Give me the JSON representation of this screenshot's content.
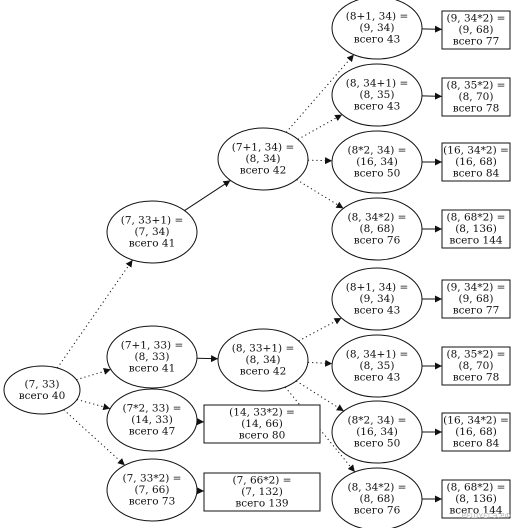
{
  "watermark": "РЕШУЕГЭ.РФ",
  "nodes": [
    {
      "id": "root",
      "shape": "ellipse",
      "lines": [
        "(7, 33)",
        "всего 40"
      ]
    },
    {
      "id": "a",
      "shape": "ellipse",
      "lines": [
        "(7, 33+1) =",
        "(7, 34)",
        "всего 41"
      ]
    },
    {
      "id": "b",
      "shape": "ellipse",
      "lines": [
        "(7+1, 33) =",
        "(8, 33)",
        "всего 41"
      ]
    },
    {
      "id": "c",
      "shape": "ellipse",
      "lines": [
        "(7*2, 33) =",
        "(14, 33)",
        "всего 47"
      ]
    },
    {
      "id": "d",
      "shape": "ellipse",
      "lines": [
        "(7, 33*2) =",
        "(7, 66)",
        "всего 73"
      ]
    },
    {
      "id": "a1",
      "shape": "ellipse",
      "lines": [
        "(7+1, 34) =",
        "(8, 34)",
        "всего 42"
      ]
    },
    {
      "id": "b1",
      "shape": "ellipse",
      "lines": [
        "(8, 33+1) =",
        "(8, 34)",
        "всего 42"
      ]
    },
    {
      "id": "c1",
      "shape": "box",
      "lines": [
        "(14, 33*2) =",
        "(14, 66)",
        "всего 80"
      ]
    },
    {
      "id": "d1",
      "shape": "box",
      "lines": [
        "(7, 66*2) =",
        "(7, 132)",
        "всего 139"
      ]
    },
    {
      "id": "t1",
      "shape": "ellipse",
      "lines": [
        "(8+1, 34) =",
        "(9, 34)",
        "всего 43"
      ]
    },
    {
      "id": "t2",
      "shape": "ellipse",
      "lines": [
        "(8, 34+1) =",
        "(8, 35)",
        "всего 43"
      ]
    },
    {
      "id": "t3",
      "shape": "ellipse",
      "lines": [
        "(8*2, 34) =",
        "(16, 34)",
        "всего 50"
      ]
    },
    {
      "id": "t4",
      "shape": "ellipse",
      "lines": [
        "(8, 34*2) =",
        "(8, 68)",
        "всего 76"
      ]
    },
    {
      "id": "u1",
      "shape": "ellipse",
      "lines": [
        "(8+1, 34) =",
        "(9, 34)",
        "всего 43"
      ]
    },
    {
      "id": "u2",
      "shape": "ellipse",
      "lines": [
        "(8, 34+1) =",
        "(8, 35)",
        "всего 43"
      ]
    },
    {
      "id": "u3",
      "shape": "ellipse",
      "lines": [
        "(8*2, 34) =",
        "(16, 34)",
        "всего 50"
      ]
    },
    {
      "id": "u4",
      "shape": "ellipse",
      "lines": [
        "(8, 34*2) =",
        "(8, 68)",
        "всего 76"
      ]
    },
    {
      "id": "t1b",
      "shape": "box",
      "lines": [
        "(9, 34*2) =",
        "(9, 68)",
        "всего 77"
      ]
    },
    {
      "id": "t2b",
      "shape": "box",
      "lines": [
        "(8, 35*2) =",
        "(8, 70)",
        "всего 78"
      ]
    },
    {
      "id": "t3b",
      "shape": "box",
      "lines": [
        "(16, 34*2) =",
        "(16, 68)",
        "всего 84"
      ]
    },
    {
      "id": "t4b",
      "shape": "box",
      "lines": [
        "(8, 68*2) =",
        "(8, 136)",
        "всего 144"
      ]
    },
    {
      "id": "u1b",
      "shape": "box",
      "lines": [
        "(9, 34*2) =",
        "(9, 68)",
        "всего 77"
      ]
    },
    {
      "id": "u2b",
      "shape": "box",
      "lines": [
        "(8, 35*2) =",
        "(8, 70)",
        "всего 78"
      ]
    },
    {
      "id": "u3b",
      "shape": "box",
      "lines": [
        "(16, 34*2) =",
        "(16, 68)",
        "всего 84"
      ]
    },
    {
      "id": "u4b",
      "shape": "box",
      "lines": [
        "(8, 68*2) =",
        "(8, 136)",
        "всего 144"
      ]
    }
  ],
  "edges": [
    {
      "from": "root",
      "to": "a",
      "style": "dotted"
    },
    {
      "from": "root",
      "to": "b",
      "style": "dotted"
    },
    {
      "from": "root",
      "to": "c",
      "style": "dotted"
    },
    {
      "from": "root",
      "to": "d",
      "style": "dotted"
    },
    {
      "from": "a",
      "to": "a1",
      "style": "solid"
    },
    {
      "from": "b",
      "to": "b1",
      "style": "solid"
    },
    {
      "from": "c",
      "to": "c1",
      "style": "solid"
    },
    {
      "from": "d",
      "to": "d1",
      "style": "solid"
    },
    {
      "from": "a1",
      "to": "t1",
      "style": "dotted"
    },
    {
      "from": "a1",
      "to": "t2",
      "style": "dotted"
    },
    {
      "from": "a1",
      "to": "t3",
      "style": "dotted"
    },
    {
      "from": "a1",
      "to": "t4",
      "style": "dotted"
    },
    {
      "from": "b1",
      "to": "u1",
      "style": "dotted"
    },
    {
      "from": "b1",
      "to": "u2",
      "style": "dotted"
    },
    {
      "from": "b1",
      "to": "u3",
      "style": "dotted"
    },
    {
      "from": "b1",
      "to": "u4",
      "style": "dotted"
    },
    {
      "from": "t1",
      "to": "t1b",
      "style": "solid"
    },
    {
      "from": "t2",
      "to": "t2b",
      "style": "solid"
    },
    {
      "from": "t3",
      "to": "t3b",
      "style": "solid"
    },
    {
      "from": "t4",
      "to": "t4b",
      "style": "solid"
    },
    {
      "from": "u1",
      "to": "u1b",
      "style": "solid"
    },
    {
      "from": "u2",
      "to": "u2b",
      "style": "solid"
    },
    {
      "from": "u3",
      "to": "u3b",
      "style": "solid"
    },
    {
      "from": "u4",
      "to": "u4b",
      "style": "solid"
    }
  ]
}
